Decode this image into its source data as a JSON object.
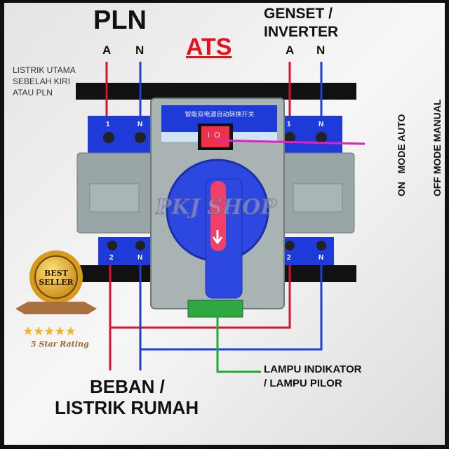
{
  "title": {
    "left": "PLN",
    "center": "ATS",
    "right_line1": "GENSET /",
    "right_line2": "INVERTER"
  },
  "source_left": {
    "phase": "A",
    "neutral": "N"
  },
  "source_right": {
    "phase": "A",
    "neutral": "N"
  },
  "note_left": [
    "LISTRIK UTAMA",
    "SEBELAH KIRI",
    "ATAU PLN"
  ],
  "mode_labels": [
    "ON   MODE AUTO",
    "OFF MODE MANUAL"
  ],
  "device": {
    "panel_label": "智能双电源自动转换开关",
    "terminals_top": [
      "1",
      "N",
      "1",
      "N"
    ],
    "terminals_bottom": [
      "2",
      "N",
      "2",
      "N"
    ],
    "switch_label": "I  O"
  },
  "watermark": "PKJ SHOP",
  "badge": {
    "line1": "BEST",
    "line2": "SELLER",
    "rating_text": "5 Star Rating",
    "stars": 5
  },
  "load_label": [
    "BEBAN /",
    "LISTRIK RUMAH"
  ],
  "indicator_label": [
    "LAMPU INDIKATOR",
    "/ LAMPU PILOR"
  ],
  "colors": {
    "phase": "#e0102a",
    "neutral": "#1f3fd0",
    "indicator": "#22aa33",
    "mode": "#e020c0",
    "device_blue": "#1e3ad8",
    "body_grey": "#a9b3b3",
    "ats": "#e8101a"
  }
}
